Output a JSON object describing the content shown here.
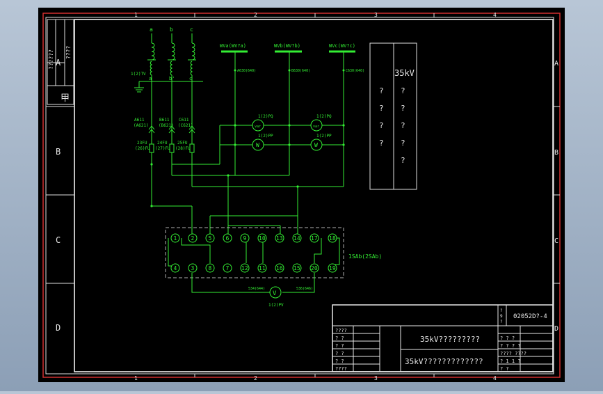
{
  "frame": {
    "col_labels": [
      "1",
      "2",
      "3",
      "4"
    ],
    "row_labels": [
      "A",
      "B",
      "C",
      "D"
    ],
    "left_title_block": [
      "??????",
      "????"
    ]
  },
  "sources": {
    "phase_labels": [
      "a",
      "b",
      "c"
    ],
    "pt_secondary_labels": [
      "a",
      "b'",
      "c"
    ],
    "pt_label": "1(2)TV",
    "fuse_phase_labels": [
      [
        "A611",
        "(A621)"
      ],
      [
        "B611",
        "(B621)"
      ],
      [
        "C611",
        "(C621)"
      ]
    ],
    "fuse_labels": [
      [
        "23FU",
        "(26)FU"
      ],
      [
        "24FU",
        "(27)FU"
      ],
      [
        "25FU",
        "(28)FU"
      ]
    ]
  },
  "buses": [
    {
      "label": "WVa(WV?a)",
      "code": "A630(640)"
    },
    {
      "label": "WVb(WV?b)",
      "code": "B630(640)"
    },
    {
      "label": "WVc(WV?c)",
      "code": "C630(640)"
    }
  ],
  "meters": [
    {
      "top": "1(2)PQ",
      "symbol": "var"
    },
    {
      "top": "1(2)PQ",
      "symbol": "var"
    },
    {
      "top": "1(2)PP",
      "symbol": "W"
    },
    {
      "top": "1(2)PP",
      "symbol": "W"
    }
  ],
  "legend_box": {
    "title": "35kV",
    "left_col": [
      "?",
      "?",
      "?",
      "?"
    ],
    "right_col": [
      "?",
      "?",
      "?",
      "?",
      "?"
    ]
  },
  "switch": {
    "label": "1SAb(2SAb)",
    "top_row": [
      "1",
      "2",
      "5",
      "6",
      "9",
      "10",
      "13",
      "14",
      "17",
      "18"
    ],
    "bottom_row": [
      "4",
      "3",
      "8",
      "7",
      "12",
      "11",
      "16",
      "15",
      "20",
      "19"
    ]
  },
  "voltmeter": {
    "symbol": "V",
    "label": "1(2)PV",
    "left_code": "534(644)",
    "right_code": "536(646)"
  },
  "title_block": {
    "drawing_no": "02052D?-4",
    "side_mark": "?\n9\n?",
    "title_1": "35kV?????????",
    "title_2": "35kV?????????????",
    "left_cells": [
      "????",
      "?    ?",
      "?    ?",
      "?    ?",
      "?    ?",
      "????"
    ],
    "right_cells": [
      "?  ?  ?",
      "?  ?   ?  ?",
      "????  ????",
      "?  1   1  ?",
      "?  ?"
    ]
  }
}
